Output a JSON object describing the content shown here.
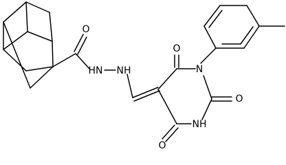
{
  "molecule": {
    "atom_labels": {
      "carbonyl_oxygen_amide": "O",
      "hydrazide_nh_1": "HN",
      "hydrazide_nh_2": "NH",
      "ring_n_aryl": "N",
      "ring_oxygen_top": "O",
      "ring_oxygen_right": "O",
      "ring_nh": "NH",
      "ring_oxygen_bottom": "O"
    },
    "colors": {
      "bond": "#000000",
      "label": "#000000",
      "background": "#ffffff"
    }
  }
}
